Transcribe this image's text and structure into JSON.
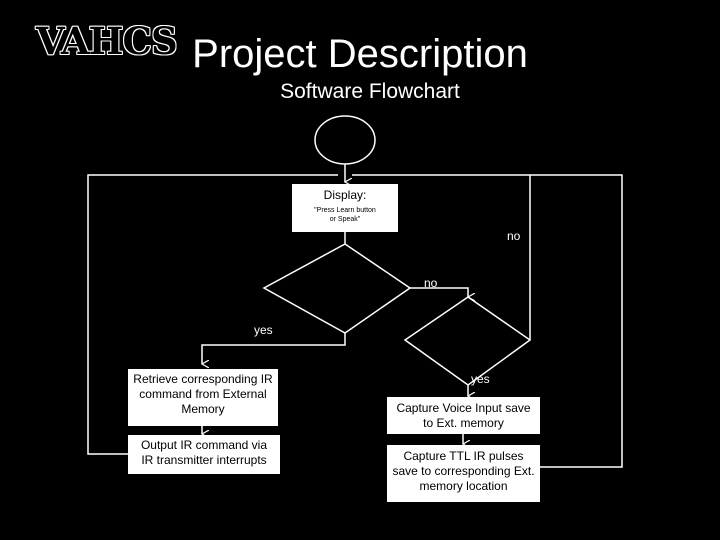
{
  "slide": {
    "logo_text": "VAHCS",
    "title": "Project Description",
    "subtitle": "Software Flowchart"
  },
  "flowchart": {
    "display_box": {
      "heading": "Display:",
      "message_line1": "\"Press Learn button",
      "message_line2": "or Speak\""
    },
    "retrieve_box": {
      "line1": "Retrieve corresponding IR",
      "line2": "command from External",
      "line3": "Memory"
    },
    "output_box": {
      "line1": "Output IR command via",
      "line2": "IR transmitter interrupts"
    },
    "capture_voice_box": {
      "line1": "Capture Voice Input save",
      "line2": "to Ext. memory"
    },
    "capture_ttl_box": {
      "line1": "Capture TTL IR pulses",
      "line2": "save to corresponding Ext.",
      "line3": "memory location"
    },
    "labels": {
      "no_right": "no",
      "no_middle": "no",
      "yes_left": "yes",
      "yes_right": "yes"
    }
  },
  "colors": {
    "background": "#000000",
    "foreground": "#ffffff"
  }
}
